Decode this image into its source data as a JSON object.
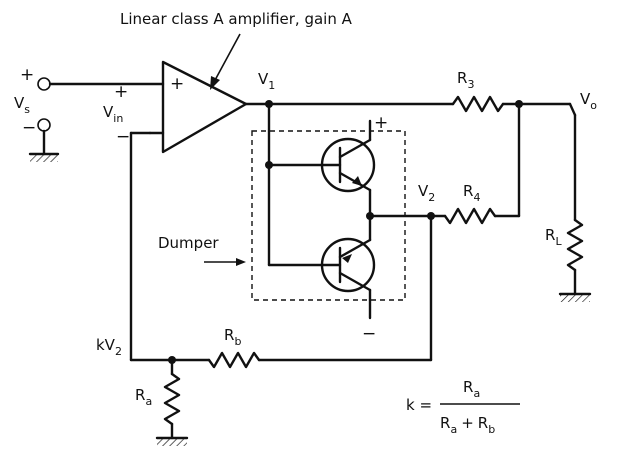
{
  "title": "Linear class A amplifier, gain A",
  "input": {
    "main": "V",
    "sub": "s",
    "plus": "+",
    "minus": "−"
  },
  "vin": {
    "main": "V",
    "sub": "in",
    "plus": "+",
    "minus": "−"
  },
  "amp": {
    "plus": "+"
  },
  "v1": {
    "main": "V",
    "sub": "1"
  },
  "v2": {
    "main": "V",
    "sub": "2"
  },
  "vo": {
    "main": "V",
    "sub": "o"
  },
  "r3": {
    "main": "R",
    "sub": "3"
  },
  "r4": {
    "main": "R",
    "sub": "4"
  },
  "rl": {
    "main": "R",
    "sub": "L"
  },
  "rb": {
    "main": "R",
    "sub": "b"
  },
  "ra": {
    "main": "R",
    "sub": "a"
  },
  "kv2": {
    "main": "kV",
    "sub": "2"
  },
  "supply": {
    "plus": "+",
    "minus": "−"
  },
  "dumper": "Dumper",
  "formula": {
    "lhs": "k =",
    "num_main": "R",
    "num_sub": "a",
    "den_a_main": "R",
    "den_a_sub": "a",
    "den_plus": "+",
    "den_b_main": "R",
    "den_b_sub": "b"
  }
}
